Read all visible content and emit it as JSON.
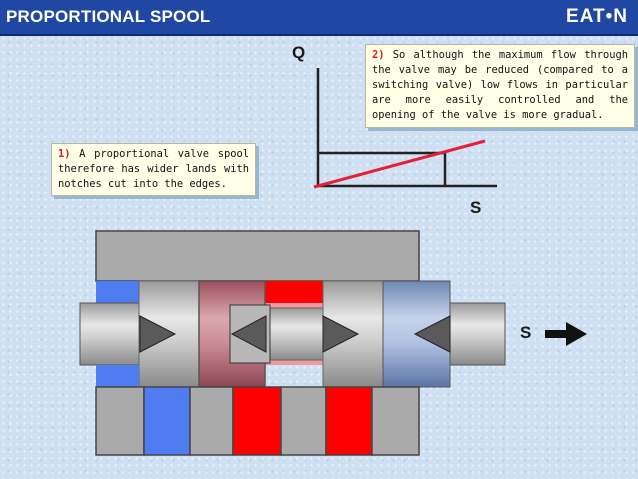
{
  "header": {
    "title": "PROPORTIONAL SPOOL",
    "logo_text": "EAT•N"
  },
  "notes": {
    "note1": {
      "number": "1)",
      "text": "A proportional valve spool therefore has wider lands with notches cut into the edges."
    },
    "note2": {
      "number": "2)",
      "text": "So although the maximum flow through the valve may be reduced (compared to a switching valve) low flows in particular are more easily controlled and the opening of the valve is more gradual."
    }
  },
  "graph": {
    "y_axis_label": "Q",
    "x_axis_label": "S",
    "line_color": "#e3203a"
  },
  "spool": {
    "motion_label": "S"
  },
  "colors": {
    "header_bg": "#1f47a3",
    "pressure_red": "#ff0000",
    "tank_blue": "#4f7cf0",
    "body_grey": "#aaaaaa"
  }
}
